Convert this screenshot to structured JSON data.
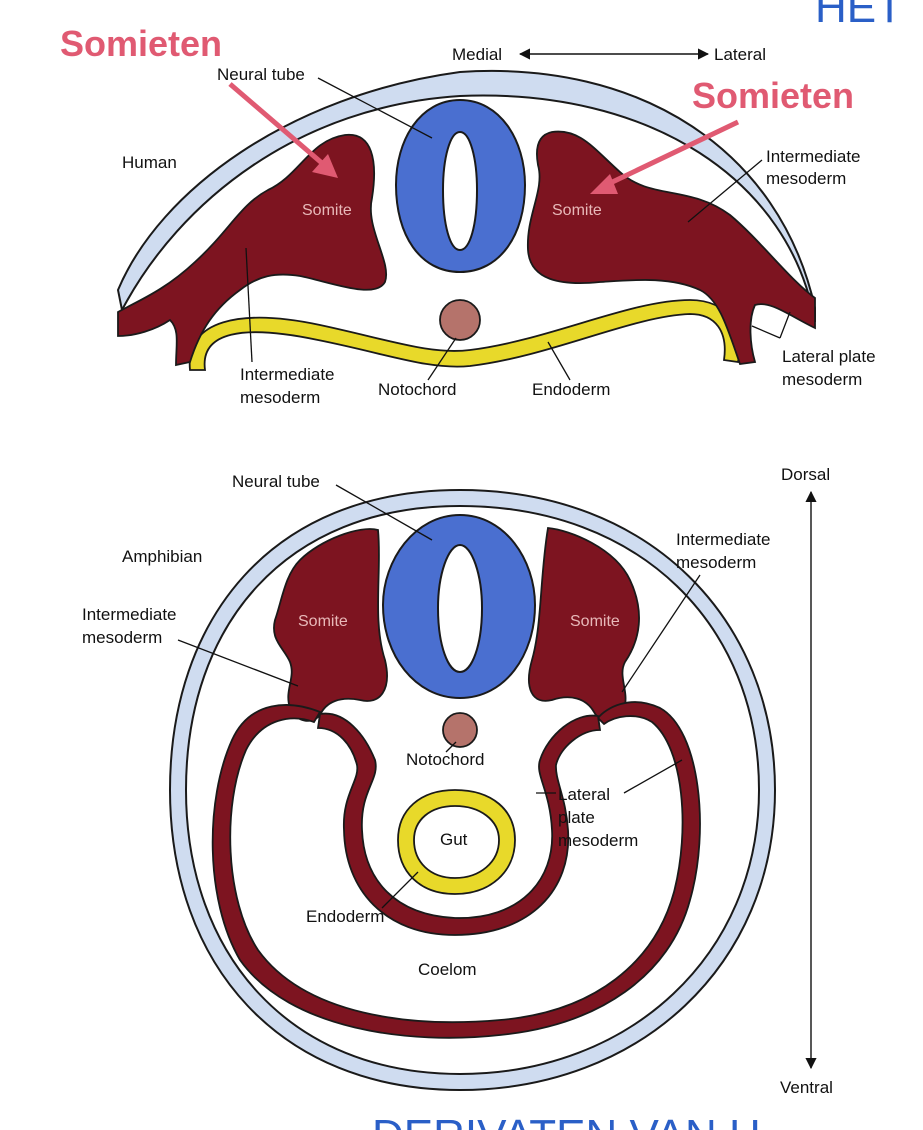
{
  "header": {
    "top_right_fragment": "HET",
    "bottom_fragment": "DERIVATEN VAN H"
  },
  "annotations": {
    "left": "Somieten",
    "right": "Somieten",
    "color": "#e05a72"
  },
  "colors": {
    "ectoderm": "#cfdcf0",
    "mesoderm": "#7d1420",
    "neural_tube": "#4a6fd0",
    "endoderm": "#e8d92a",
    "notochord": "#b5736b",
    "heading": "#2a5fc7"
  },
  "axis": {
    "medial": "Medial",
    "lateral": "Lateral",
    "dorsal": "Dorsal",
    "ventral": "Ventral"
  },
  "human": {
    "title": "Human",
    "neural_tube": "Neural tube",
    "somite_left": "Somite",
    "somite_right": "Somite",
    "intermediate_right_1": "Intermediate",
    "intermediate_right_2": "mesoderm",
    "intermediate_left_1": "Intermediate",
    "intermediate_left_2": "mesoderm",
    "lateral_plate_1": "Lateral plate",
    "lateral_plate_2": "mesoderm",
    "notochord": "Notochord",
    "endoderm": "Endoderm"
  },
  "amphibian": {
    "title": "Amphibian",
    "neural_tube": "Neural tube",
    "somite_left": "Somite",
    "somite_right": "Somite",
    "intermediate_left_1": "Intermediate",
    "intermediate_left_2": "mesoderm",
    "intermediate_right_1": "Intermediate",
    "intermediate_right_2": "mesoderm",
    "notochord": "Notochord",
    "lateral_plate_1": "Lateral",
    "lateral_plate_2": "plate",
    "lateral_plate_3": "mesoderm",
    "gut": "Gut",
    "endoderm": "Endoderm",
    "coelom": "Coelom"
  }
}
